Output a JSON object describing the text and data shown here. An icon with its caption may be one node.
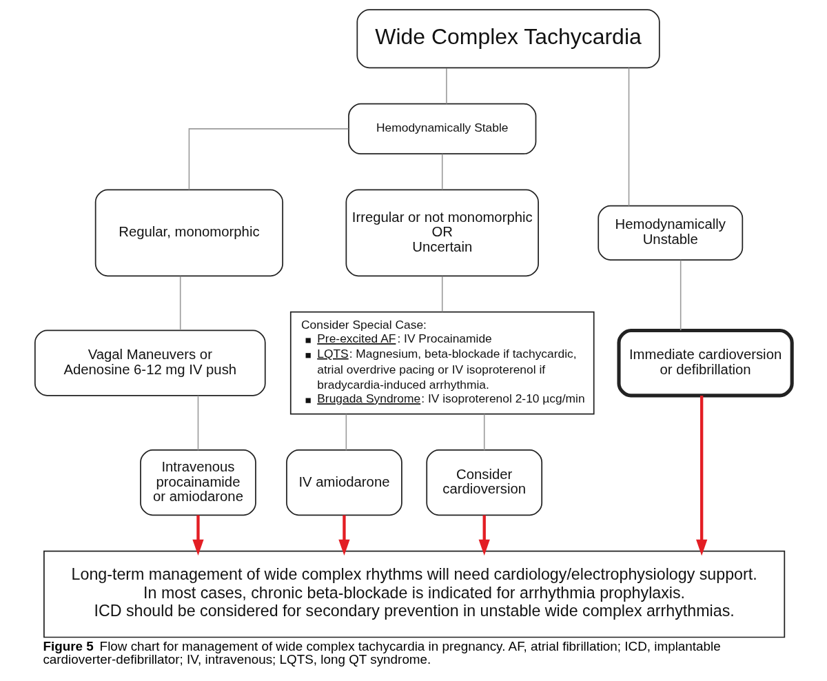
{
  "diagram": {
    "caption": "**Figure 5** Flow chart for management of wide complex tachycardia in pregnancy. AF, atrial fibrillation; ICD, implantable cardioverter-defibrillator; IV, intravenous; LQTS, long QT syndrome.",
    "nodes": [
      {
        "text": [
          "Wide Complex Tachycardia"
        ]
      },
      {
        "text": [
          "Hemodynamically Stable"
        ]
      },
      {
        "text": [
          "Regular, monomorphic"
        ]
      },
      {
        "text": [
          "Irregular or not monomorphic",
          "OR",
          "Uncertain"
        ]
      },
      {
        "text": [
          "Hemodynamically Unstable"
        ]
      },
      {
        "text": [
          "Vagal Maneuvers or Adenosine 6-12 mg IV push"
        ]
      },
      {
        "text": [
          "Consider Special Case:",
          "Pre-excited AF: IV Procainamide",
          "LQTS: Magnesium, beta-blockade if tachycardic, atrial overdrive pacing or IV isoproterenol if bradycardia-induced arrhythmia.",
          "Brugada Syndrome: IV isoproterenol 2-10 µcg/min"
        ]
      },
      {
        "text": [
          "Immediate cardioversion or defibrillation"
        ]
      },
      {
        "text": [
          "Intravenous procainamide or amiodarone"
        ]
      },
      {
        "text": [
          "IV amiodarone"
        ]
      },
      {
        "text": [
          "Consider cardioversion"
        ]
      },
      {
        "text": [
          "Long-term management of wide complex rhythms will need cardiology/electrophysiology support.",
          "In most cases, chronic beta-blockade is indicated for arrhythmia prophylaxis.",
          "ICD should be considered for secondary prevention in unstable wide complex arrhythmias."
        ]
      }
    ],
    "edges": [
      {
        "from": 0,
        "to": 1,
        "arrow": "none"
      },
      {
        "from": 0,
        "to": 4,
        "arrow": "none"
      },
      {
        "from": 1,
        "to": 2,
        "arrow": "none"
      },
      {
        "from": 1,
        "to": 3,
        "arrow": "none"
      },
      {
        "from": 2,
        "to": 5,
        "arrow": "none"
      },
      {
        "from": 3,
        "to": 6,
        "arrow": "none"
      },
      {
        "from": 4,
        "to": 7,
        "arrow": "none"
      },
      {
        "from": 5,
        "to": 8,
        "arrow": "none"
      },
      {
        "from": 6,
        "to": 9,
        "arrow": "none"
      },
      {
        "from": 6,
        "to": 10,
        "arrow": "none"
      },
      {
        "from": 8,
        "to": 11,
        "arrow": "to",
        "style": "thick",
        "color": "#e31e24"
      },
      {
        "from": 9,
        "to": 11,
        "arrow": "to",
        "style": "thick",
        "color": "#e31e24"
      },
      {
        "from": 10,
        "to": 11,
        "arrow": "to",
        "style": "thick",
        "color": "#e31e24"
      },
      {
        "from": 7,
        "to": 11,
        "arrow": "to",
        "style": "thick",
        "color": "#e31e24"
      }
    ]
  }
}
